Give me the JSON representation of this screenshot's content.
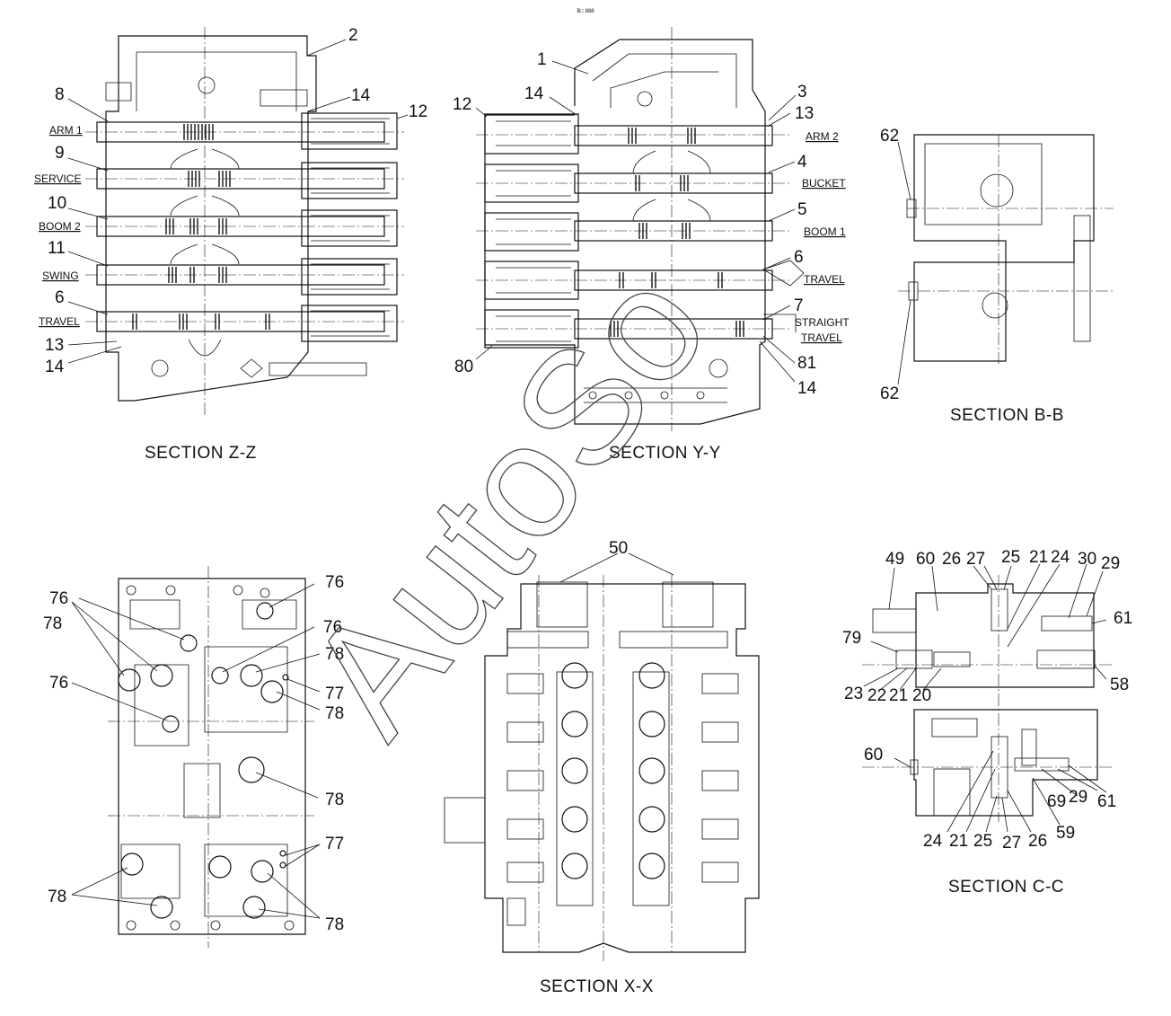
{
  "header": {
    "mark": "B□ 888"
  },
  "watermark": "AutoSo",
  "sections": {
    "zz": {
      "title": "SECTION  Z-Z",
      "functions": [
        "ARM 1",
        "SERVICE",
        "BOOM 2",
        "SWING",
        "TRAVEL"
      ],
      "callouts": [
        "2",
        "14",
        "12",
        "8",
        "9",
        "10",
        "11",
        "6",
        "13",
        "14"
      ]
    },
    "yy": {
      "title": "SECTION  Y-Y",
      "functions": [
        "ARM 2",
        "BUCKET",
        "BOOM 1",
        "TRAVEL",
        "STRAIGHT",
        "TRAVEL"
      ],
      "callouts": [
        "1",
        "14",
        "12",
        "3",
        "13",
        "4",
        "5",
        "6",
        "7",
        "80",
        "81",
        "14"
      ]
    },
    "bb": {
      "title": "SECTION  B-B",
      "callouts": [
        "62",
        "62"
      ]
    },
    "xx": {
      "title": "SECTION  X-X",
      "callouts": [
        "50"
      ]
    },
    "base": {
      "callouts": [
        "76",
        "78",
        "76",
        "76",
        "76",
        "78",
        "77",
        "78",
        "78",
        "77",
        "78",
        "78"
      ]
    },
    "cc": {
      "title": "SECTION  C-C",
      "callouts": [
        "49",
        "60",
        "26",
        "27",
        "25",
        "21",
        "24",
        "30",
        "29",
        "61",
        "79",
        "23",
        "22",
        "21",
        "20",
        "58",
        "60",
        "24",
        "21",
        "25",
        "27",
        "26",
        "59",
        "69",
        "29",
        "61"
      ]
    }
  }
}
